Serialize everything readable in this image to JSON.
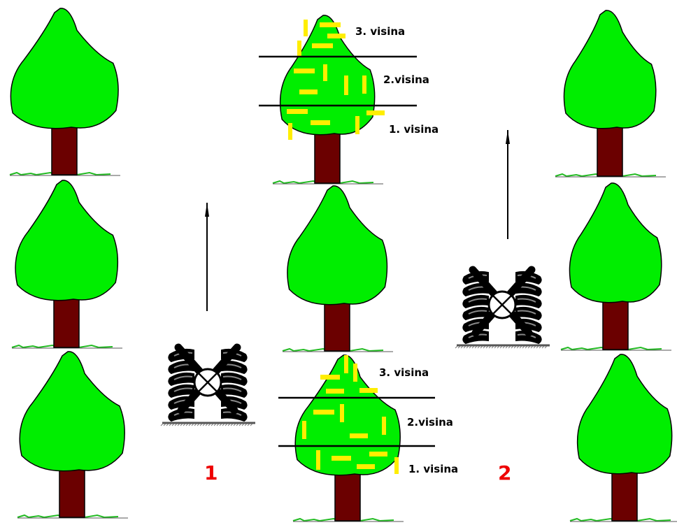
{
  "colors": {
    "crown": "#00ee00",
    "trunk": "#6b0000",
    "grass": "#22bb22",
    "mark": "#ffee00",
    "line": "#000000",
    "number": "#ee0000"
  },
  "trees": [
    {
      "id": "tree-left-top",
      "marked": false
    },
    {
      "id": "tree-left-middle",
      "marked": false
    },
    {
      "id": "tree-left-bottom",
      "marked": false
    },
    {
      "id": "tree-center-top",
      "marked": true
    },
    {
      "id": "tree-center-middle",
      "marked": false
    },
    {
      "id": "tree-center-bottom",
      "marked": true
    },
    {
      "id": "tree-right-top",
      "marked": false
    },
    {
      "id": "tree-right-middle",
      "marked": false
    },
    {
      "id": "tree-right-bottom",
      "marked": false
    }
  ],
  "height_labels": {
    "top_tree": [
      "3. visina",
      "2.visina",
      "1. visina"
    ],
    "bottom_tree": [
      "3. visina",
      "2.visina",
      "1. visina"
    ]
  },
  "machines": [
    {
      "id": "machine-1",
      "number": "1",
      "direction": "up"
    },
    {
      "id": "machine-2",
      "number": "2",
      "direction": "up"
    }
  ]
}
